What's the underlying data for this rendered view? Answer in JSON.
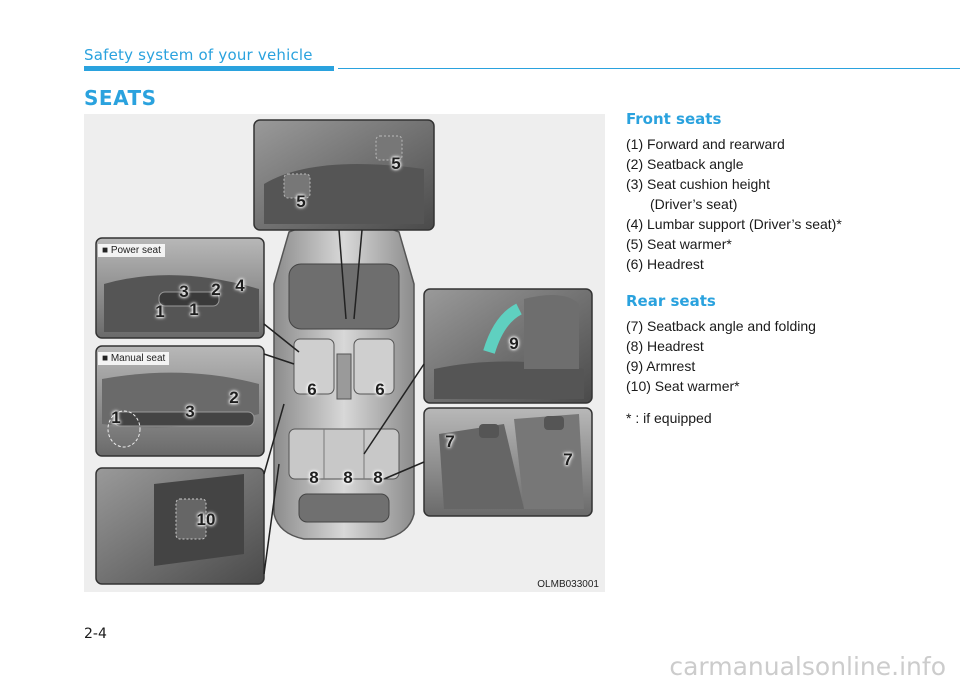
{
  "header": {
    "section": "Safety system of your vehicle",
    "title": "SEATS"
  },
  "figure": {
    "code": "OLMB033001",
    "labels": {
      "power_seat": "■ Power seat",
      "manual_seat": "■ Manual seat"
    },
    "callouts": {
      "c1": "1",
      "c2": "1",
      "c3": "3",
      "c4": "2",
      "c5": "4",
      "c6": "1",
      "c7": "3",
      "c8": "2",
      "c9": "5",
      "c10": "5",
      "c11": "6",
      "c12": "6",
      "c13": "8",
      "c14": "8",
      "c15": "8",
      "c16": "9",
      "c17": "7",
      "c18": "7",
      "c19": "10"
    }
  },
  "front": {
    "heading": "Front seats",
    "items": [
      "(1) Forward and rearward",
      "(2) Seatback angle",
      "(3) Seat cushion height",
      "(Driver’s seat)",
      "(4) Lumbar support (Driver’s seat)*",
      "(5) Seat warmer*",
      "(6) Headrest"
    ]
  },
  "rear": {
    "heading": "Rear seats",
    "items": [
      "(7) Seatback angle and folding",
      "(8) Headrest",
      "(9) Armrest",
      "(10) Seat warmer*"
    ]
  },
  "footnote": "* : if equipped",
  "page_number": "2-4",
  "watermark": "carmanualsonline.info"
}
